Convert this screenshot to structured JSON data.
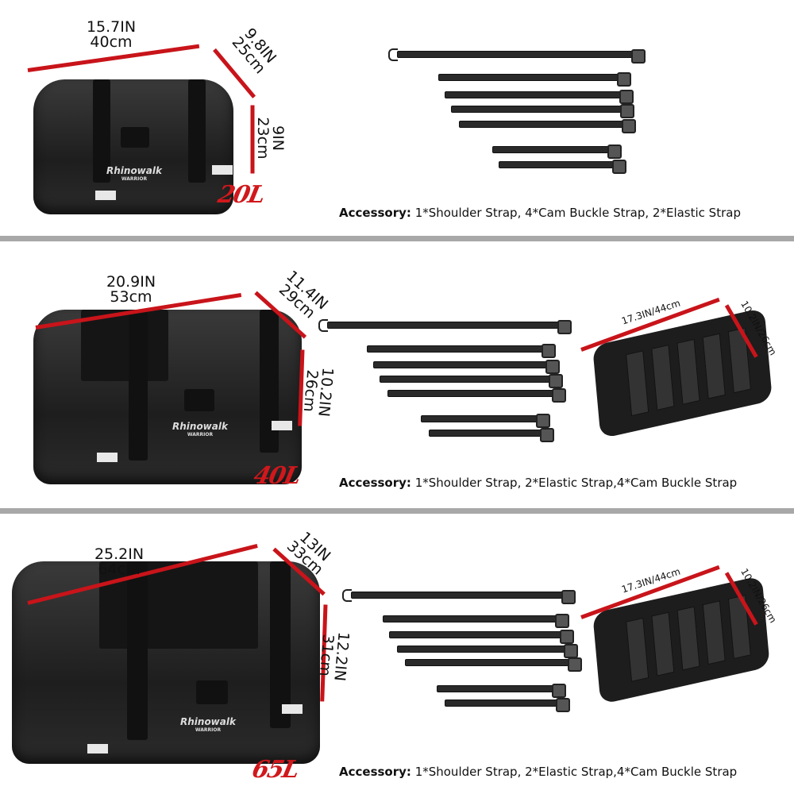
{
  "brand": {
    "name": "Rhinowalk",
    "sub": "WARRIOR"
  },
  "colors": {
    "dimension_line": "#c8141a",
    "capacity_text": "#d0181c",
    "divider": "#a8a8a8",
    "bag": "#2b2b2b"
  },
  "sections": [
    {
      "capacity": "20L",
      "width": {
        "in": "15.7IN",
        "cm": "40cm"
      },
      "depth": {
        "in": "9.8IN",
        "cm": "25cm"
      },
      "height": {
        "in": "9IN",
        "cm": "23cm"
      },
      "accessory_label": "Accessory:",
      "accessory_text": "1*Shoulder Strap, 4*Cam Buckle Strap, 2*Elastic Strap"
    },
    {
      "capacity": "40L",
      "width": {
        "in": "20.9IN",
        "cm": "53cm"
      },
      "depth": {
        "in": "11.4IN",
        "cm": "29cm"
      },
      "height": {
        "in": "10.2IN",
        "cm": "26cm"
      },
      "pad_length": "17.3IN/44cm",
      "pad_width": "10.2IN/26cm",
      "accessory_label": "Accessory:",
      "accessory_text": "1*Shoulder Strap, 2*Elastic Strap,4*Cam Buckle Strap"
    },
    {
      "capacity": "65L",
      "width": {
        "in": "25.2IN",
        "cm": "64cm"
      },
      "depth": {
        "in": "13IN",
        "cm": "33cm"
      },
      "height": {
        "in": "12.2IN",
        "cm": "31cm"
      },
      "pad_length": "17.3IN/44cm",
      "pad_width": "10.2IN/26cm",
      "accessory_label": "Accessory:",
      "accessory_text": "1*Shoulder Strap, 2*Elastic Strap,4*Cam Buckle Strap"
    }
  ]
}
